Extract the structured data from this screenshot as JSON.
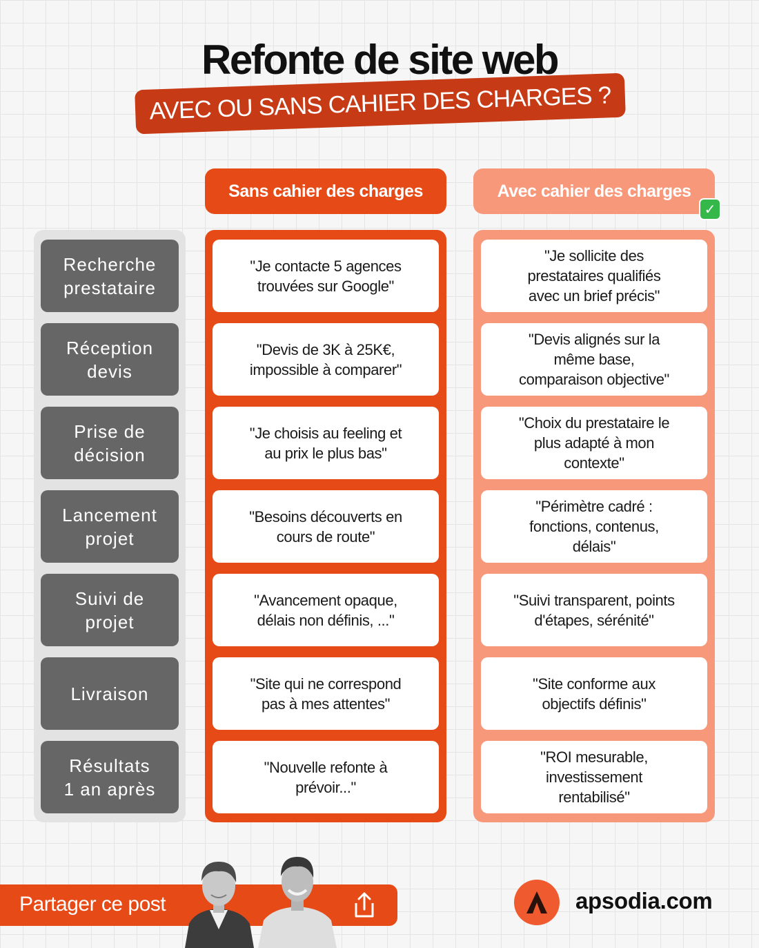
{
  "header": {
    "title": "Refonte de site web",
    "subtitle": "AVEC OU SANS CAHIER DES CHARGES ?"
  },
  "columns": {
    "sans": "Sans cahier des charges",
    "avec": "Avec cahier des charges"
  },
  "check_icon": "✅",
  "rows": [
    {
      "stage": "Recherche\nprestataire",
      "sans": "\"Je contacte 5 agences\ntrouvées sur Google\"",
      "avec": "\"Je sollicite des\nprestataires qualifiés\navec un brief précis\""
    },
    {
      "stage": "Réception\ndevis",
      "sans": "\"Devis de 3K à 25K€,\nimpossible à comparer\"",
      "avec": "\"Devis alignés sur la\nmême base,\ncomparaison objective\""
    },
    {
      "stage": "Prise de\ndécision",
      "sans": "\"Je choisis au feeling et\nau prix le plus bas\"",
      "avec": "\"Choix du prestataire le\nplus adapté à mon\ncontexte\""
    },
    {
      "stage": "Lancement\nprojet",
      "sans": "\"Besoins découverts en\ncours de route\"",
      "avec": "\"Périmètre cadré :\nfonctions, contenus,\ndélais\""
    },
    {
      "stage": "Suivi de\nprojet",
      "sans": "\"Avancement opaque,\ndélais non définis, ...\"",
      "avec": "\"Suivi transparent, points\nd'étapes, sérénité\""
    },
    {
      "stage": "Livraison",
      "sans": "\"Site qui ne correspond\npas à mes attentes\"",
      "avec": "\"Site conforme aux\nobjectifs définis\""
    },
    {
      "stage": "Résultats\n1 an après",
      "sans": "\"Nouvelle refonte à\nprévoir...\"",
      "avec": "\"ROI mesurable,\ninvestissement\nrentabilisé\""
    }
  ],
  "footer": {
    "share_label": "Partager ce post",
    "share_icon": "share-icon",
    "brand_name": "apsodia.com",
    "brand_logo": "apsodia-logo-icon"
  },
  "colors": {
    "accent": "#e64a17",
    "accent_light": "#f7987a",
    "subtitle_bg": "#c63a16",
    "stage_bg": "#666666",
    "check": "#35b84a"
  }
}
